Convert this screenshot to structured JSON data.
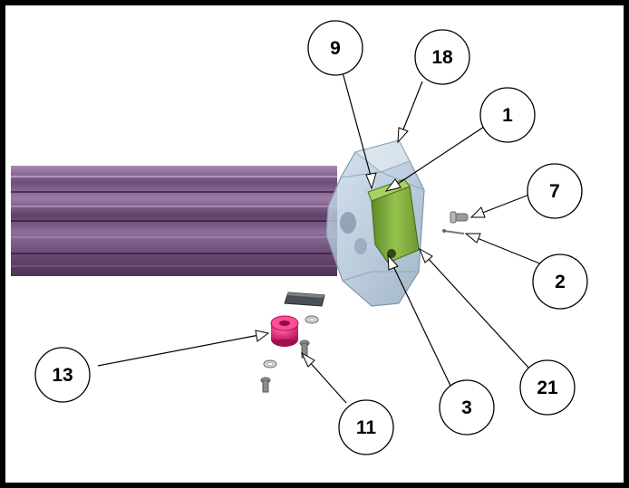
{
  "diagram": {
    "callouts": [
      {
        "id": "c9",
        "label": "9"
      },
      {
        "id": "c18",
        "label": "18"
      },
      {
        "id": "c1",
        "label": "1"
      },
      {
        "id": "c7",
        "label": "7"
      },
      {
        "id": "c2",
        "label": "2"
      },
      {
        "id": "c21",
        "label": "21"
      },
      {
        "id": "c3",
        "label": "3"
      },
      {
        "id": "c11",
        "label": "11"
      },
      {
        "id": "c13",
        "label": "13"
      }
    ],
    "colors": {
      "extrusion": "#7d5a86",
      "housing": "#b7c9d8",
      "bracket": "#7ea83a",
      "bumper": "#e0247a",
      "hardware": "#8e8e8e",
      "frame": "#000000"
    }
  }
}
